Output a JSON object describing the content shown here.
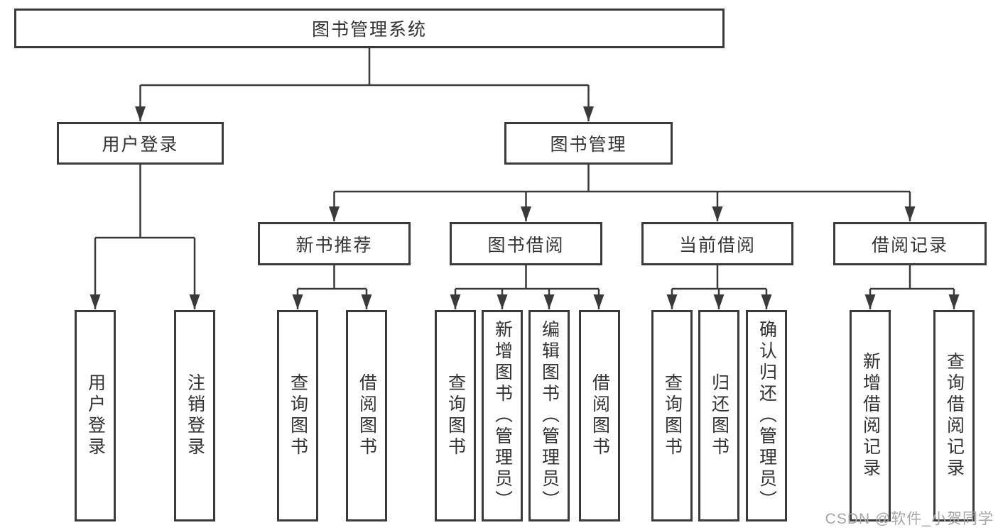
{
  "canvas": {
    "background": "#ffffff",
    "line_color": "#3a3a3a",
    "text_color": "#333333"
  },
  "tree": {
    "root": {
      "label": "图书管理系统"
    },
    "branches": [
      {
        "label": "用户登录",
        "children": [
          "用户登录",
          "注销登录"
        ]
      },
      {
        "label": "图书管理",
        "children": [
          {
            "label": "新书推荐",
            "children": [
              "查询图书",
              "借阅图书"
            ]
          },
          {
            "label": "图书借阅",
            "children": [
              "查询图书",
              "新增图书（管理员）",
              "编辑图书（管理员）",
              "借阅图书"
            ]
          },
          {
            "label": "当前借阅",
            "children": [
              "查询图书",
              "归还图书",
              "确认归还（管理员）"
            ]
          },
          {
            "label": "借阅记录",
            "children": [
              "新增借阅记录",
              "查询借阅记录"
            ]
          }
        ]
      }
    ]
  },
  "watermark": {
    "text": "CSDN @软件_小贺同学",
    "color": "#a6a6a6"
  }
}
